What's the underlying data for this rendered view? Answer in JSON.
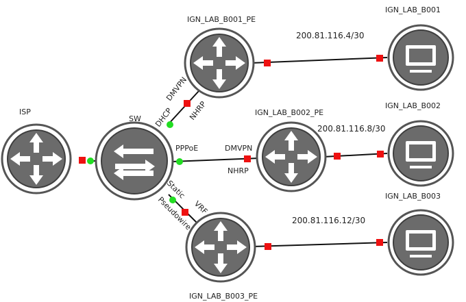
{
  "nodes": {
    "isp": "ISP",
    "sw": "SW",
    "b001_pe": "IGN_LAB_B001_PE",
    "b002_pe": "IGN_LAB_B002_PE",
    "b003_pe": "IGN_LAB_B003_PE",
    "b001": "IGN_LAB_B001",
    "b002": "IGN_LAB_B002",
    "b003": "IGN_LAB_B003"
  },
  "links": {
    "sw_b001pe": [
      "DHCP",
      "DMVPN",
      "NHRP"
    ],
    "sw_b002pe_left": "PPPoE",
    "sw_b002pe_right": [
      "DMVPN",
      "NHRP"
    ],
    "sw_b003pe": [
      "Static",
      "Pseudowire",
      "VRF"
    ],
    "subnet_b001": "200.81.116.4/30",
    "subnet_b002": "200.81.116.8/30",
    "subnet_b003": "200.81.116.12/30"
  },
  "colors": {
    "port_up": "#22dd22",
    "port_down": "#ee1111",
    "device_body": "#6b6b6b",
    "device_ring": "#555555"
  },
  "icons": {
    "router": "router-icon",
    "switch": "switch-icon",
    "host": "monitor-icon"
  }
}
